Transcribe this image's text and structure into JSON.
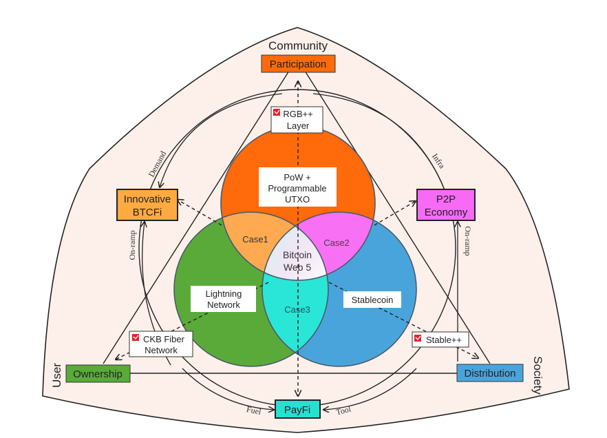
{
  "diagram": {
    "outer_labels": {
      "top": "Community",
      "left": "User",
      "right": "Society"
    },
    "vertex_nodes": {
      "participation": {
        "label": "Participation",
        "color": "#ff6a0a"
      },
      "ownership": {
        "label": "Ownership",
        "color": "#5aaa3a"
      },
      "distribution": {
        "label": "Distribution",
        "color": "#4aa4dc"
      }
    },
    "ring_nodes": {
      "innovative_btcfi": {
        "line1": "Innovative",
        "line2": "BTCFi",
        "color": "#ffaa40"
      },
      "p2p_economy": {
        "line1": "P2P",
        "line2": "Economy",
        "color": "#f66af6"
      },
      "payfi": {
        "label": "PayFi",
        "color": "#22e2d2"
      }
    },
    "ring_edge_labels": {
      "demand": "Demand",
      "infra": "Infra",
      "on_ramp_left": "On-ramp",
      "on_ramp_right": "On-ramp",
      "fuel": "Fuel",
      "tool": "Tool"
    },
    "circles": {
      "top": {
        "line1": "PoW +",
        "line2": "Programmable",
        "line3": "UTXO",
        "color": "#ff6a0a"
      },
      "left": {
        "color": "#5aaa3a"
      },
      "right": {
        "color": "#4aa4dc"
      }
    },
    "intersections": {
      "case1": {
        "label": "Case1",
        "color": "#ffaa50"
      },
      "case2": {
        "label": "Case2",
        "color": "#f870f4"
      },
      "case3": {
        "label": "Case3",
        "color": "#2ae6d6"
      },
      "center": {
        "line1": "Bitcoin",
        "line2": "Web 5"
      }
    },
    "tech_labels": {
      "rgbpp": {
        "line1": "RGB++",
        "line2": "Layer",
        "has_badge": true
      },
      "lightning": {
        "line1": "Lightning",
        "line2": "Network"
      },
      "stablecoin": {
        "label": "Stablecoin"
      },
      "ckb_fiber": {
        "line1": "CKB Fiber",
        "line2": "Network",
        "has_badge": true
      },
      "stablepp": {
        "label": "Stable++",
        "has_badge": true
      }
    },
    "colors": {
      "background": "#fdf0ea",
      "badge": "#e8202a",
      "stroke": "#222222"
    }
  }
}
